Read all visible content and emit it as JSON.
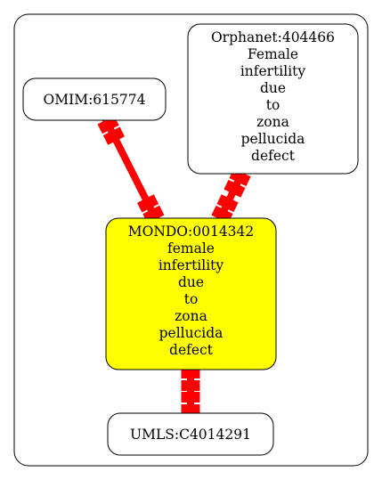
{
  "graph": {
    "nodes": [
      {
        "id": "omim",
        "lines": [
          "OMIM:615774"
        ],
        "fill": "#ffffff",
        "stroke": "#000000"
      },
      {
        "id": "orphanet",
        "lines": [
          "Orphanet:404466",
          "Female",
          "infertility",
          "due",
          "to",
          "zona",
          "pellucida",
          "defect"
        ],
        "fill": "#ffffff",
        "stroke": "#000000"
      },
      {
        "id": "mondo",
        "lines": [
          "MONDO:0014342",
          "female",
          "infertility",
          "due",
          "to",
          "zona",
          "pellucida",
          "defect"
        ],
        "fill": "#ffff00",
        "stroke": "#000000"
      },
      {
        "id": "umls",
        "lines": [
          "UMLS:C4014291"
        ],
        "fill": "#ffffff",
        "stroke": "#000000"
      }
    ],
    "edges": [
      {
        "from": "omim",
        "to": "mondo",
        "color": "#ff0000",
        "style": "bold-double-arrowhead"
      },
      {
        "from": "orphanet",
        "to": "mondo",
        "color": "#ff0000",
        "style": "bold-double-arrowhead"
      },
      {
        "from": "mondo",
        "to": "umls",
        "color": "#ff0000",
        "style": "bold-double-arrowhead"
      }
    ],
    "cluster": {
      "fill": "#ffffff",
      "stroke": "#000000"
    }
  }
}
